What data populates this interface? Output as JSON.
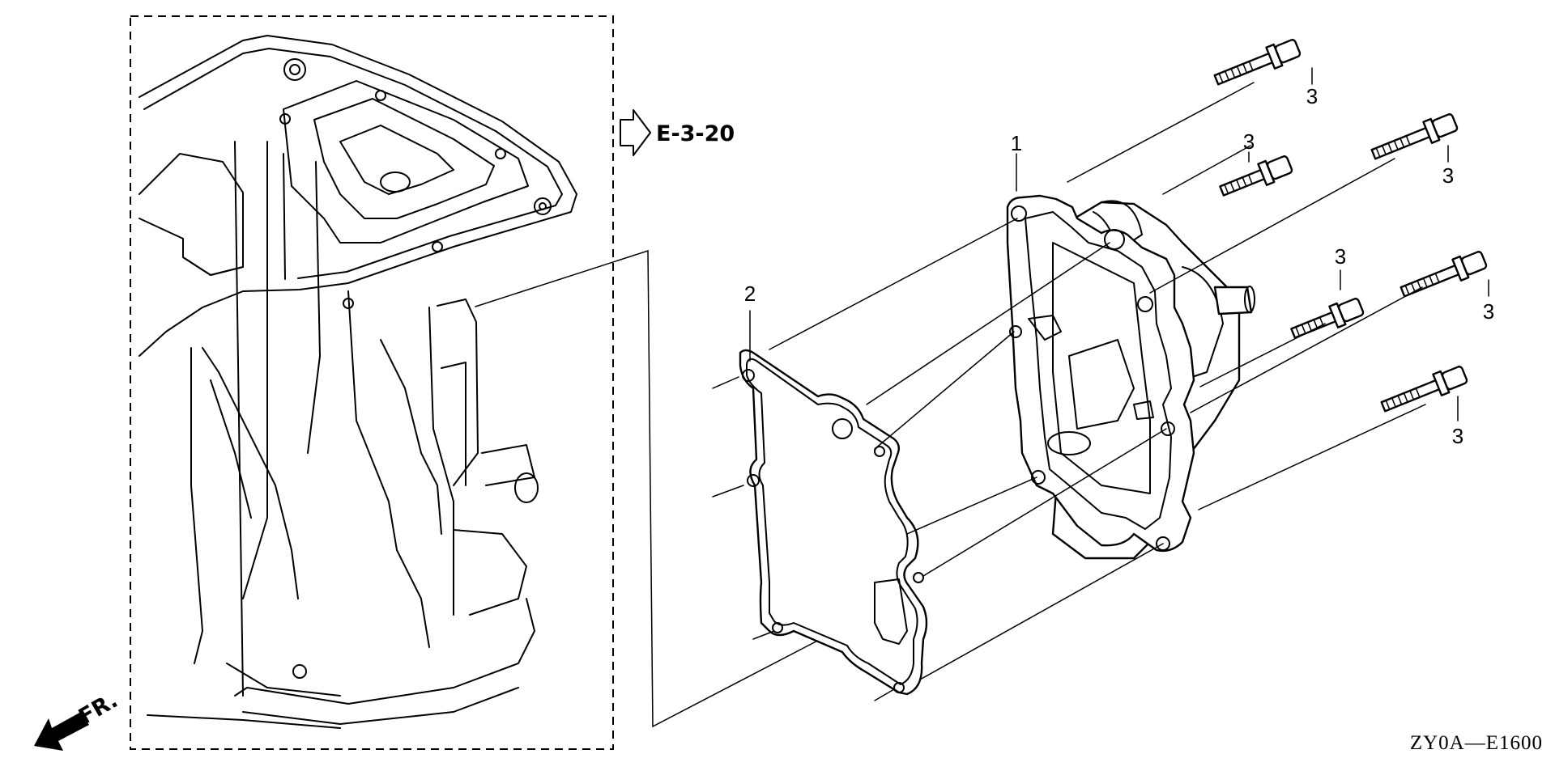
{
  "diagram": {
    "reference_link": "E-3-20",
    "front_label": "FR.",
    "diagram_code": "ZY0A—E1600",
    "callouts": {
      "part1": "1",
      "part2": "2",
      "bolt_a": "3",
      "bolt_b": "3",
      "bolt_c": "3",
      "bolt_d": "3",
      "bolt_e": "3",
      "bolt_f": "3"
    }
  }
}
